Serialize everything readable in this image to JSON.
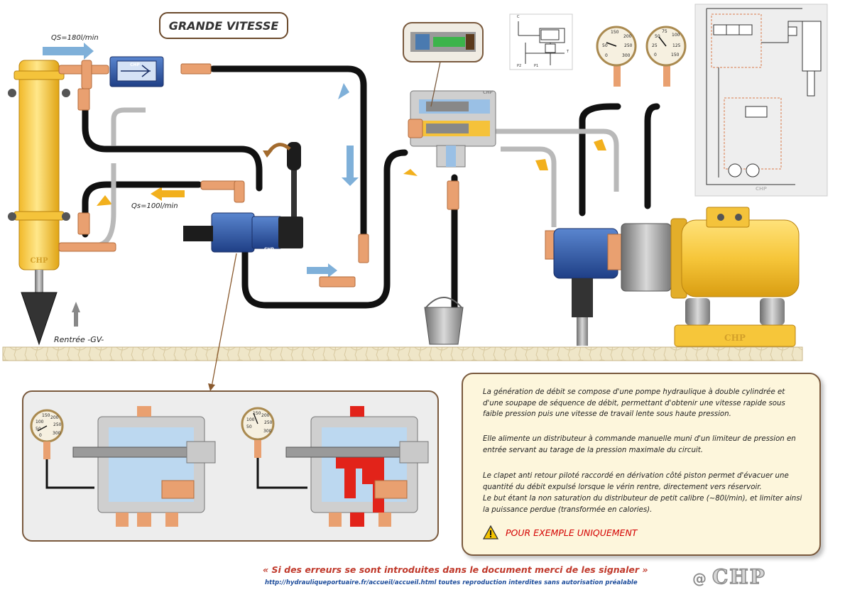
{
  "title": "GRANDE VITESSE",
  "flows": {
    "top_flow": "QS=180l/min",
    "mid_flow": "Qs=100l/min"
  },
  "rentree_label": "Rentrée -GV-",
  "brand": "CHP",
  "gauges": {
    "left": [
      "150",
      "200",
      "50",
      "250",
      "0",
      "300"
    ],
    "right": [
      "75",
      "100",
      "50",
      "25",
      "125",
      "0",
      "150"
    ],
    "detail_left": [
      "150",
      "200",
      "100",
      "250",
      "50",
      "300",
      "0"
    ],
    "detail_right": [
      "150",
      "200",
      "100",
      "250",
      "50",
      "300"
    ]
  },
  "schematic_labels": [
    "C",
    "P2",
    "P1",
    "T"
  ],
  "info": {
    "p1": "La génération de débit se compose d'une pompe hydraulique à double cylindrée et d'une soupape de séquence de débit, permettant d'obtenir une vitesse rapide sous faible pression puis une vitesse de travail lente sous haute pression.",
    "p2": "Elle alimente un distributeur à commande manuelle muni d'un limiteur de pression en entrée servant au tarage de la pression maximale du circuit.",
    "p3": "Le clapet anti retour piloté raccordé  en dérivation côté piston permet d'évacuer une quantité du débit expulsé lorsque le vérin rentre, directement vers réservoir.",
    "p4": "Le but étant la non saturation du distributeur de petit calibre (~80l/min), et limiter ainsi la puissance perdue (transformée en calories).",
    "warning": "POUR EXEMPLE UNIQUEMENT"
  },
  "footer": {
    "quote": "« Si des erreurs se sont introduites dans le document merci de les signaler »",
    "url": "http://hydrauliqueportuaire.fr/accueil/accueil.html toutes reproduction interdites sans autorisation préalable",
    "at": "@",
    "logo": "CHP"
  },
  "colors": {
    "cylinder": "#f6c63a",
    "hose": "#111111",
    "pipe": "#b9b9b9",
    "fitting": "#e9a070",
    "valve": "#3a63b0",
    "flow_arrow": "#7fb0d9",
    "return_arrow": "#f2b01d",
    "warning": "#d40000",
    "pressure": "#e2231a"
  }
}
